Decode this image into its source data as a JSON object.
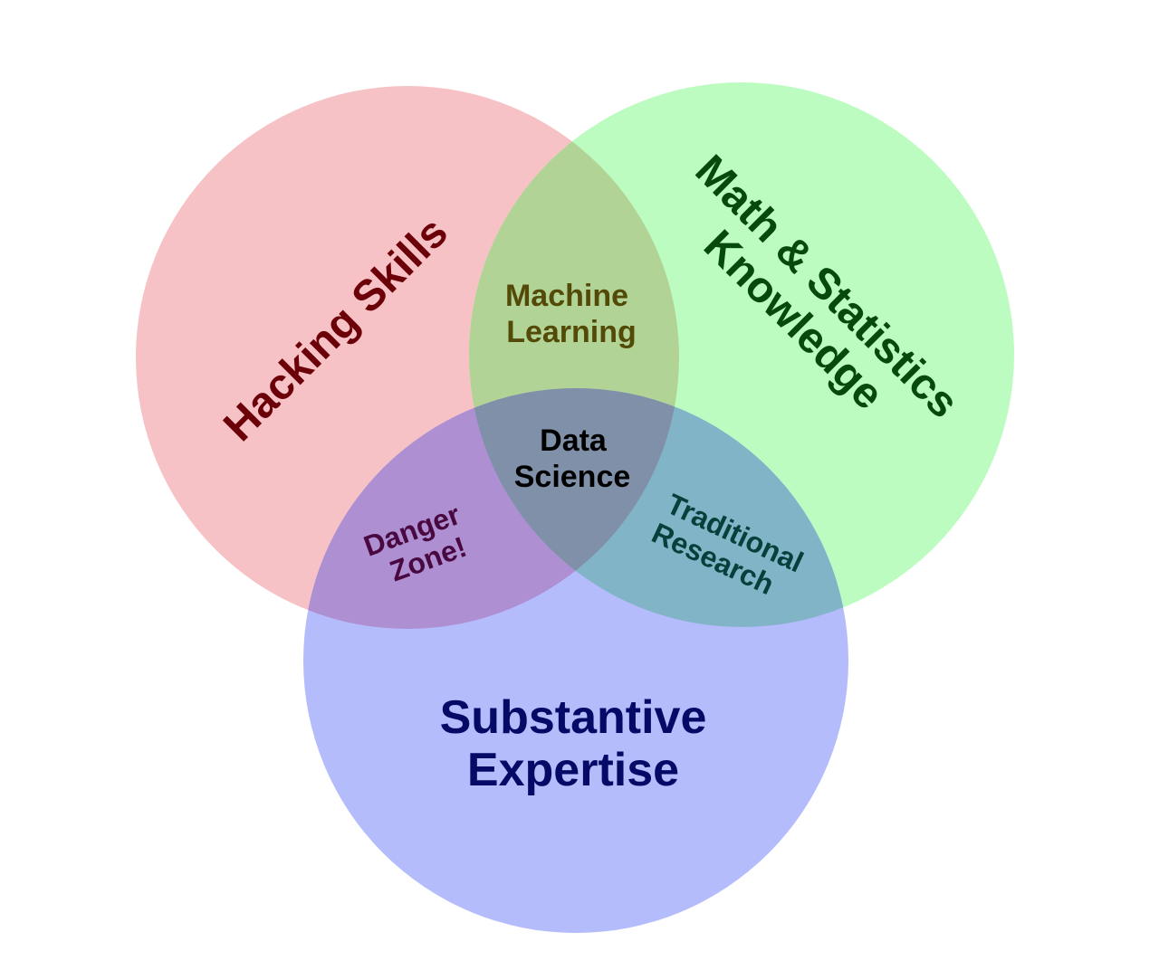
{
  "diagram": {
    "type": "venn",
    "sets": [
      {
        "id": "hacking",
        "label": "Hacking Skills",
        "color": "#f7c2c5",
        "text_color": "#6b0008"
      },
      {
        "id": "math",
        "label_lines": [
          "Math & Statistics",
          "Knowledge"
        ],
        "color": "#bdfcc0",
        "text_color": "#054a0c"
      },
      {
        "id": "substantive",
        "label_lines": [
          "Substantive",
          "Expertise"
        ],
        "color": "#b4bcfc",
        "text_color": "#050a66"
      }
    ],
    "intersections": {
      "machine_learning": {
        "label_lines": [
          "Machine",
          "Learning"
        ],
        "color": "#b2d396",
        "text_color": "#544a08"
      },
      "danger_zone": {
        "label_lines": [
          "Danger",
          "Zone!"
        ],
        "color": "#ad8fd2",
        "text_color": "#4a0840"
      },
      "traditional_research": {
        "label_lines": [
          "Traditional",
          "Research"
        ],
        "color": "#82b4c8",
        "text_color": "#05403a"
      },
      "data_science": {
        "label_lines": [
          "Data",
          "Science"
        ],
        "color": "#7f90a8",
        "text_color": "#000000"
      }
    }
  }
}
